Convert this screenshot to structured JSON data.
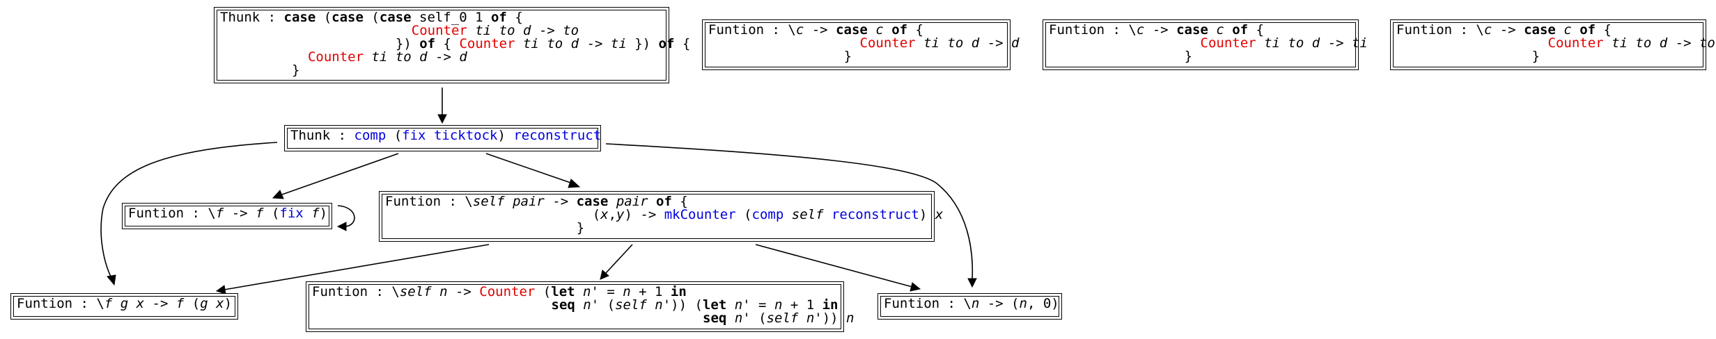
{
  "nodes": [
    {
      "id": "n-thunk-case",
      "lines": [
        {
          "indent": 0,
          "parts": [
            [
              "plain",
              "Thunk : "
            ],
            [
              "kw",
              "case"
            ],
            [
              "plain",
              " ("
            ],
            [
              "kw",
              "case"
            ],
            [
              "plain",
              " ("
            ],
            [
              "kw",
              "case"
            ],
            [
              "plain",
              " self_0 1 "
            ],
            [
              "kw",
              "of"
            ],
            [
              "plain",
              " {"
            ]
          ]
        },
        {
          "indent": 24,
          "parts": [
            [
              "red",
              "Counter"
            ],
            [
              "plain",
              " "
            ],
            [
              "var",
              "ti"
            ],
            [
              "plain",
              " "
            ],
            [
              "var",
              "to"
            ],
            [
              "plain",
              " "
            ],
            [
              "var",
              "d"
            ],
            [
              "plain",
              " -> "
            ],
            [
              "var",
              "to"
            ]
          ]
        },
        {
          "indent": 22,
          "parts": [
            [
              "plain",
              "}) "
            ],
            [
              "kw",
              "of"
            ],
            [
              "plain",
              " { "
            ],
            [
              "red",
              "Counter"
            ],
            [
              "plain",
              " "
            ],
            [
              "var",
              "ti"
            ],
            [
              "plain",
              " "
            ],
            [
              "var",
              "to"
            ],
            [
              "plain",
              " "
            ],
            [
              "var",
              "d"
            ],
            [
              "plain",
              " -> "
            ],
            [
              "var",
              "ti"
            ],
            [
              "plain",
              " }) "
            ],
            [
              "kw",
              "of"
            ],
            [
              "plain",
              " {"
            ]
          ]
        },
        {
          "indent": 11,
          "parts": [
            [
              "red",
              "Counter"
            ],
            [
              "plain",
              " "
            ],
            [
              "var",
              "ti"
            ],
            [
              "plain",
              " "
            ],
            [
              "var",
              "to"
            ],
            [
              "plain",
              " "
            ],
            [
              "var",
              "d"
            ],
            [
              "plain",
              " -> "
            ],
            [
              "var",
              "d"
            ]
          ]
        },
        {
          "indent": 9,
          "parts": [
            [
              "plain",
              "}"
            ]
          ]
        }
      ]
    },
    {
      "id": "n-fun-c-d",
      "lines": [
        {
          "indent": 0,
          "parts": [
            [
              "plain",
              "Funtion : \\"
            ],
            [
              "var",
              "c"
            ],
            [
              "plain",
              " -> "
            ],
            [
              "kw",
              "case"
            ],
            [
              "plain",
              " "
            ],
            [
              "var",
              "c"
            ],
            [
              "plain",
              " "
            ],
            [
              "kw",
              "of"
            ],
            [
              "plain",
              " {"
            ]
          ]
        },
        {
          "indent": 19,
          "parts": [
            [
              "red",
              "Counter"
            ],
            [
              "plain",
              " "
            ],
            [
              "var",
              "ti"
            ],
            [
              "plain",
              " "
            ],
            [
              "var",
              "to"
            ],
            [
              "plain",
              " "
            ],
            [
              "var",
              "d"
            ],
            [
              "plain",
              " -> "
            ],
            [
              "var",
              "d"
            ]
          ]
        },
        {
          "indent": 17,
          "parts": [
            [
              "plain",
              "}"
            ]
          ]
        }
      ]
    },
    {
      "id": "n-fun-c-ti",
      "lines": [
        {
          "indent": 0,
          "parts": [
            [
              "plain",
              "Funtion : \\"
            ],
            [
              "var",
              "c"
            ],
            [
              "plain",
              " -> "
            ],
            [
              "kw",
              "case"
            ],
            [
              "plain",
              " "
            ],
            [
              "var",
              "c"
            ],
            [
              "plain",
              " "
            ],
            [
              "kw",
              "of"
            ],
            [
              "plain",
              " {"
            ]
          ]
        },
        {
          "indent": 19,
          "parts": [
            [
              "red",
              "Counter"
            ],
            [
              "plain",
              " "
            ],
            [
              "var",
              "ti"
            ],
            [
              "plain",
              " "
            ],
            [
              "var",
              "to"
            ],
            [
              "plain",
              " "
            ],
            [
              "var",
              "d"
            ],
            [
              "plain",
              " -> "
            ],
            [
              "var",
              "ti"
            ]
          ]
        },
        {
          "indent": 17,
          "parts": [
            [
              "plain",
              "}"
            ]
          ]
        }
      ]
    },
    {
      "id": "n-fun-c-to",
      "lines": [
        {
          "indent": 0,
          "parts": [
            [
              "plain",
              "Funtion : \\"
            ],
            [
              "var",
              "c"
            ],
            [
              "plain",
              " -> "
            ],
            [
              "kw",
              "case"
            ],
            [
              "plain",
              " "
            ],
            [
              "var",
              "c"
            ],
            [
              "plain",
              " "
            ],
            [
              "kw",
              "of"
            ],
            [
              "plain",
              " {"
            ]
          ]
        },
        {
          "indent": 19,
          "parts": [
            [
              "red",
              "Counter"
            ],
            [
              "plain",
              " "
            ],
            [
              "var",
              "ti"
            ],
            [
              "plain",
              " "
            ],
            [
              "var",
              "to"
            ],
            [
              "plain",
              " "
            ],
            [
              "var",
              "d"
            ],
            [
              "plain",
              " -> "
            ],
            [
              "var",
              "to"
            ]
          ]
        },
        {
          "indent": 17,
          "parts": [
            [
              "plain",
              "}"
            ]
          ]
        }
      ]
    },
    {
      "id": "n-thunk-comp",
      "lines": [
        {
          "indent": 0,
          "parts": [
            [
              "plain",
              "Thunk : "
            ],
            [
              "blue",
              "comp"
            ],
            [
              "plain",
              " ("
            ],
            [
              "blue",
              "fix"
            ],
            [
              "plain",
              " "
            ],
            [
              "blue",
              "ticktock"
            ],
            [
              "plain",
              ") "
            ],
            [
              "blue",
              "reconstruct"
            ]
          ]
        }
      ]
    },
    {
      "id": "n-fun-fix",
      "lines": [
        {
          "indent": 0,
          "parts": [
            [
              "plain",
              "Funtion : \\"
            ],
            [
              "var",
              "f"
            ],
            [
              "plain",
              " -> "
            ],
            [
              "var",
              "f"
            ],
            [
              "plain",
              " ("
            ],
            [
              "blue",
              "fix"
            ],
            [
              "plain",
              " "
            ],
            [
              "var",
              "f"
            ],
            [
              "plain",
              ")"
            ]
          ]
        }
      ]
    },
    {
      "id": "n-fun-self-pair",
      "lines": [
        {
          "indent": 0,
          "parts": [
            [
              "plain",
              "Funtion : \\"
            ],
            [
              "var",
              "self"
            ],
            [
              "plain",
              " "
            ],
            [
              "var",
              "pair"
            ],
            [
              "plain",
              " -> "
            ],
            [
              "kw",
              "case"
            ],
            [
              "plain",
              " "
            ],
            [
              "var",
              "pair"
            ],
            [
              "plain",
              " "
            ],
            [
              "kw",
              "of"
            ],
            [
              "plain",
              " {"
            ]
          ]
        },
        {
          "indent": 26,
          "parts": [
            [
              "plain",
              "("
            ],
            [
              "var",
              "x"
            ],
            [
              "plain",
              ","
            ],
            [
              "var",
              "y"
            ],
            [
              "plain",
              ") -> "
            ],
            [
              "blue",
              "mkCounter"
            ],
            [
              "plain",
              " ("
            ],
            [
              "blue",
              "comp"
            ],
            [
              "plain",
              " "
            ],
            [
              "var",
              "self"
            ],
            [
              "plain",
              " "
            ],
            [
              "blue",
              "reconstruct"
            ],
            [
              "plain",
              ") "
            ],
            [
              "var",
              "x"
            ]
          ]
        },
        {
          "indent": 24,
          "parts": [
            [
              "plain",
              "}"
            ]
          ]
        }
      ]
    },
    {
      "id": "n-fun-fgx",
      "lines": [
        {
          "indent": 0,
          "parts": [
            [
              "plain",
              "Funtion : \\"
            ],
            [
              "var",
              "f"
            ],
            [
              "plain",
              " "
            ],
            [
              "var",
              "g"
            ],
            [
              "plain",
              " "
            ],
            [
              "var",
              "x"
            ],
            [
              "plain",
              " -> "
            ],
            [
              "var",
              "f"
            ],
            [
              "plain",
              " ("
            ],
            [
              "var",
              "g"
            ],
            [
              "plain",
              " "
            ],
            [
              "var",
              "x"
            ],
            [
              "plain",
              ")"
            ]
          ]
        }
      ]
    },
    {
      "id": "n-fun-self-n",
      "lines": [
        {
          "indent": 0,
          "parts": [
            [
              "plain",
              "Funtion : \\"
            ],
            [
              "var",
              "self"
            ],
            [
              "plain",
              " "
            ],
            [
              "var",
              "n"
            ],
            [
              "plain",
              " -> "
            ],
            [
              "red",
              "Counter"
            ],
            [
              "plain",
              " ("
            ],
            [
              "kw",
              "let"
            ],
            [
              "plain",
              " "
            ],
            [
              "var",
              "n'"
            ],
            [
              "plain",
              " = "
            ],
            [
              "var",
              "n"
            ],
            [
              "plain",
              " + 1 "
            ],
            [
              "kw",
              "in"
            ]
          ]
        },
        {
          "indent": 30,
          "parts": [
            [
              "kw",
              "seq"
            ],
            [
              "plain",
              " "
            ],
            [
              "var",
              "n'"
            ],
            [
              "plain",
              " ("
            ],
            [
              "var",
              "self"
            ],
            [
              "plain",
              " "
            ],
            [
              "var",
              "n'"
            ],
            [
              "plain",
              ")) ("
            ],
            [
              "kw",
              "let"
            ],
            [
              "plain",
              " "
            ],
            [
              "var",
              "n'"
            ],
            [
              "plain",
              " = "
            ],
            [
              "var",
              "n"
            ],
            [
              "plain",
              " + 1 "
            ],
            [
              "kw",
              "in"
            ]
          ]
        },
        {
          "indent": 49,
          "parts": [
            [
              "kw",
              "seq"
            ],
            [
              "plain",
              " "
            ],
            [
              "var",
              "n'"
            ],
            [
              "plain",
              " ("
            ],
            [
              "var",
              "self"
            ],
            [
              "plain",
              " "
            ],
            [
              "var",
              "n'"
            ],
            [
              "plain",
              ")) "
            ],
            [
              "var",
              "n"
            ]
          ]
        }
      ]
    },
    {
      "id": "n-fun-n-pair",
      "lines": [
        {
          "indent": 0,
          "parts": [
            [
              "plain",
              "Funtion : \\"
            ],
            [
              "var",
              "n"
            ],
            [
              "plain",
              " -> ("
            ],
            [
              "var",
              "n"
            ],
            [
              "plain",
              ", 0)"
            ]
          ]
        }
      ]
    }
  ]
}
